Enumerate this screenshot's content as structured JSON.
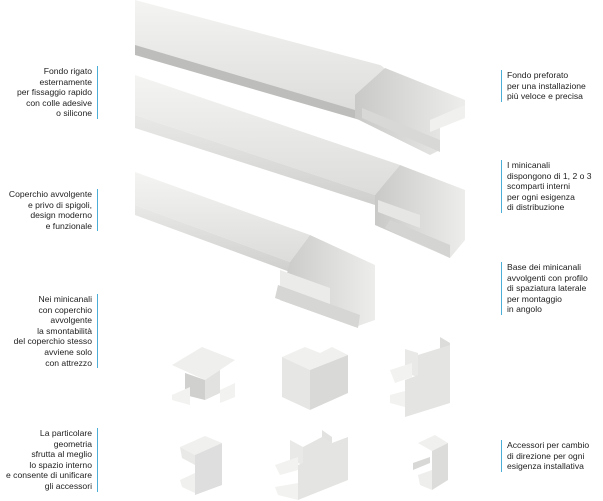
{
  "accent_color": "#4aaed6",
  "left_notes": [
    {
      "lines": [
        "Fondo rigato",
        "esternamente",
        "per fissaggio rapido",
        "con colle adesive",
        "o silicone"
      ]
    },
    {
      "lines": [
        "Coperchio avvolgente",
        "e privo di spigoli,",
        "design moderno",
        "e funzionale"
      ]
    },
    {
      "lines": [
        "Nei minicanali",
        "con coperchio",
        "avvolgente",
        "la smontabilità",
        "del coperchio stesso",
        "avviene solo",
        "con attrezzo"
      ]
    },
    {
      "lines": [
        "La particolare",
        "geometria",
        "sfrutta al meglio",
        "lo spazio interno",
        "e consente di unificare",
        "gli accessori"
      ]
    }
  ],
  "right_notes": [
    {
      "lines": [
        "Fondo preforato",
        "per una installazione",
        "più veloce e precisa"
      ]
    },
    {
      "lines": [
        "I minicanali",
        "dispongono di 1, 2 o 3",
        "scomparti interni",
        "per ogni esigenza",
        "di distribuzione"
      ]
    },
    {
      "lines": [
        "Base dei minicanali",
        "avvolgenti con profilo",
        "di spaziatura laterale",
        "per montaggio",
        "in angolo"
      ]
    },
    {
      "lines": [
        "Accessori per cambio",
        "di direzione per ogni",
        "esigenza installativa"
      ]
    }
  ],
  "products": {
    "channels": [
      "rounded-cover-channel",
      "square-channel-large",
      "square-channel-small"
    ],
    "accessories": [
      "internal-angle",
      "external-angle",
      "flat-angle",
      "junction-cover",
      "t-derivation",
      "end-cap"
    ]
  }
}
